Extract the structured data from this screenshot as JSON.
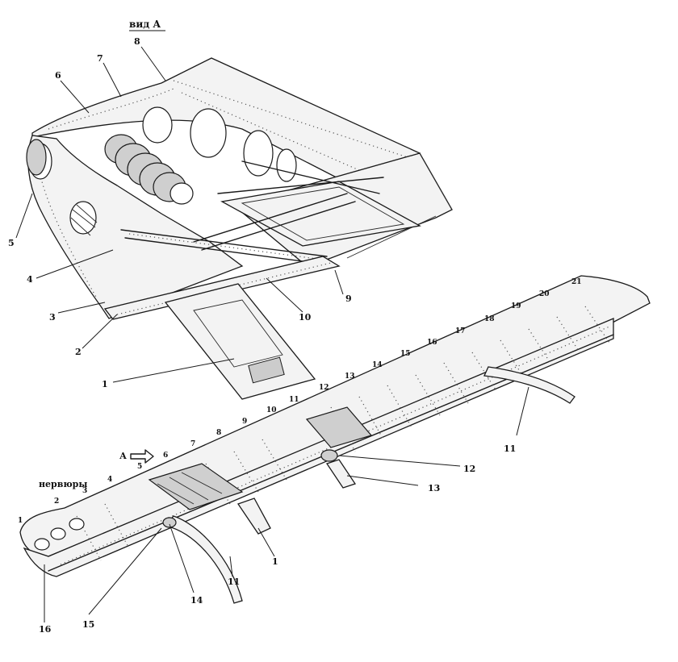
{
  "view_title": "вид А",
  "view_arrow_label": "А",
  "ribs_caption": "нервюры",
  "detail_callouts": [
    "1",
    "2",
    "3",
    "4",
    "5",
    "6",
    "7",
    "8",
    "9",
    "10"
  ],
  "wing_callouts": [
    "1",
    "11",
    "11",
    "12",
    "13",
    "14",
    "15",
    "16"
  ],
  "rib_numbers": [
    "1",
    "2",
    "3",
    "4",
    "5",
    "6",
    "7",
    "8",
    "9",
    "10",
    "11",
    "12",
    "13",
    "14",
    "15",
    "16",
    "17",
    "18",
    "19",
    "20",
    "21"
  ]
}
